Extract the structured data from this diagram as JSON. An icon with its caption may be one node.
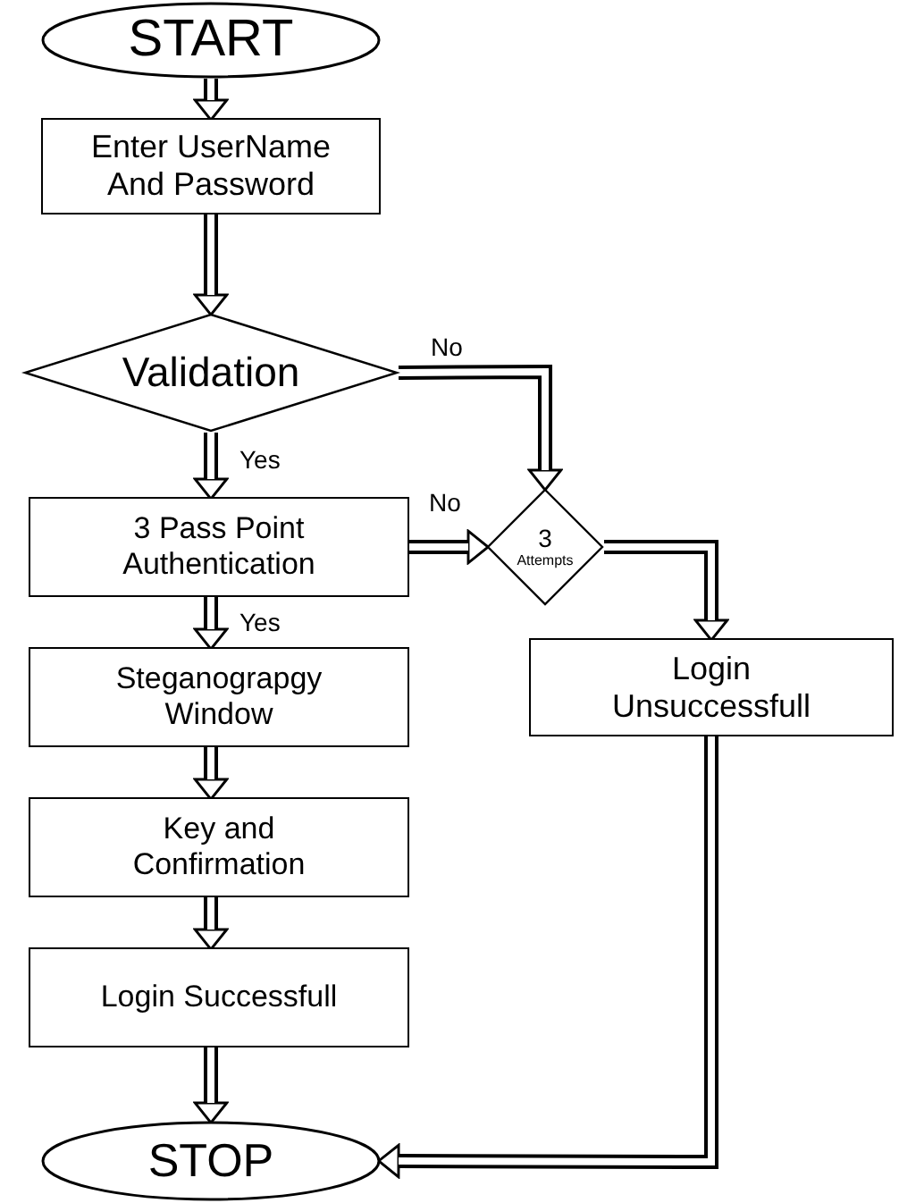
{
  "diagram": {
    "nodes": [
      {
        "text": [
          "START"
        ]
      },
      {
        "text": [
          "Enter UserName And Password"
        ]
      },
      {
        "text": [
          "Validation"
        ]
      },
      {
        "text": [
          "3 Pass Point Authentication"
        ]
      },
      {
        "text": [
          "Steganograpgy Window"
        ]
      },
      {
        "text": [
          "Key  and Confirmation"
        ]
      },
      {
        "text": [
          "Login Successfull"
        ]
      },
      {
        "text": [
          "STOP"
        ]
      },
      {
        "text": [
          "3",
          "Attempts"
        ]
      },
      {
        "text": [
          "Login Unsuccessfull"
        ]
      }
    ],
    "edges": [
      {
        "from": 0,
        "to": 1,
        "arrow": "to"
      },
      {
        "from": 1,
        "to": 2,
        "arrow": "to"
      },
      {
        "from": 2,
        "to": 3,
        "arrow": "to",
        "label": "Yes"
      },
      {
        "from": 2,
        "to": 8,
        "arrow": "to",
        "label": "No"
      },
      {
        "from": 3,
        "to": 8,
        "arrow": "to",
        "label": "No"
      },
      {
        "from": 3,
        "to": 4,
        "arrow": "to",
        "label": "Yes"
      },
      {
        "from": 4,
        "to": 5,
        "arrow": "to"
      },
      {
        "from": 5,
        "to": 6,
        "arrow": "to"
      },
      {
        "from": 6,
        "to": 7,
        "arrow": "to"
      },
      {
        "from": 8,
        "to": 9,
        "arrow": "to"
      },
      {
        "from": 9,
        "to": 7,
        "arrow": "to"
      }
    ]
  }
}
